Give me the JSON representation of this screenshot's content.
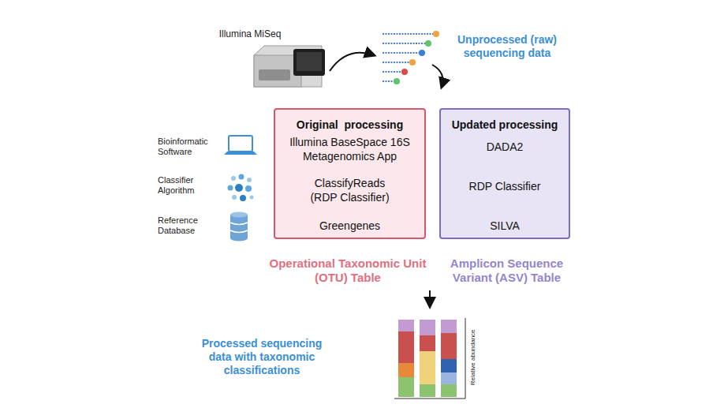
{
  "diagram": {
    "nodes": [
      {
        "text": [
          "Original  processing",
          "Illumina BaseSpace 16S Metagenomics App",
          "ClassifyReads (RDP Classifier)",
          "Greengenes"
        ]
      },
      {
        "text": [
          "Updated processing",
          "DADA2",
          "RDP Classifier",
          "SILVA"
        ]
      }
    ],
    "labels": [
      "Illumina MiSeq",
      "Unprocessed (raw) sequencing data",
      "Bioinformatic Software",
      "Classifier Algorithm",
      "Reference Database",
      "Operational Taxonomic Unit (OTU) Table",
      "Amplicon Sequence Variant (ASV) Table",
      "Processed sequencing data with taxonomic classifications",
      "Relative abundance"
    ]
  }
}
